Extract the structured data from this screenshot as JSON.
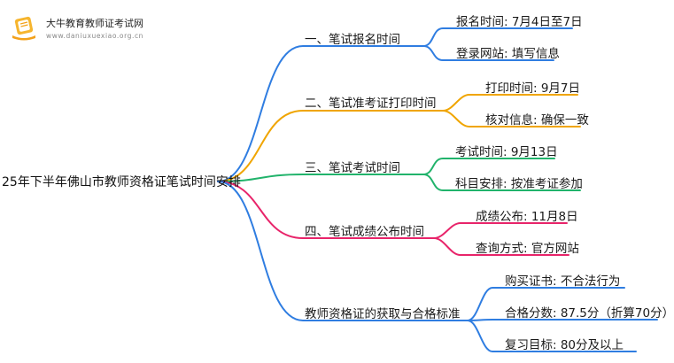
{
  "header": {
    "site_name": "大牛教育教师证考试网",
    "site_url": "www.daniuxuexiao.org.cn"
  },
  "mindmap": {
    "root": "25年下半年佛山市教师资格证笔试时间安排",
    "branches": [
      {
        "label": "一、笔试报名时间",
        "color": "#2f7de1",
        "leaves": [
          "报名时间: 7月4日至7日",
          "登录网站: 填写信息"
        ]
      },
      {
        "label": "二、笔试准考证打印时间",
        "color": "#f0a500",
        "leaves": [
          "打印时间: 9月7日",
          "核对信息: 确保一致"
        ]
      },
      {
        "label": "三、笔试考试时间",
        "color": "#21b36b",
        "leaves": [
          "考试时间: 9月13日",
          "科目安排: 按准考证参加"
        ]
      },
      {
        "label": "四、笔试成绩公布时间",
        "color": "#e8246a",
        "leaves": [
          "成绩公布: 11月8日",
          "查询方式: 官方网站"
        ]
      },
      {
        "label": "教师资格证的获取与合格标准",
        "color": "#2f7de1",
        "leaves": [
          "购买证书: 不合法行为",
          "合格分数: 87.5分（折算70分）",
          "复习目标: 80分及以上"
        ]
      }
    ]
  }
}
